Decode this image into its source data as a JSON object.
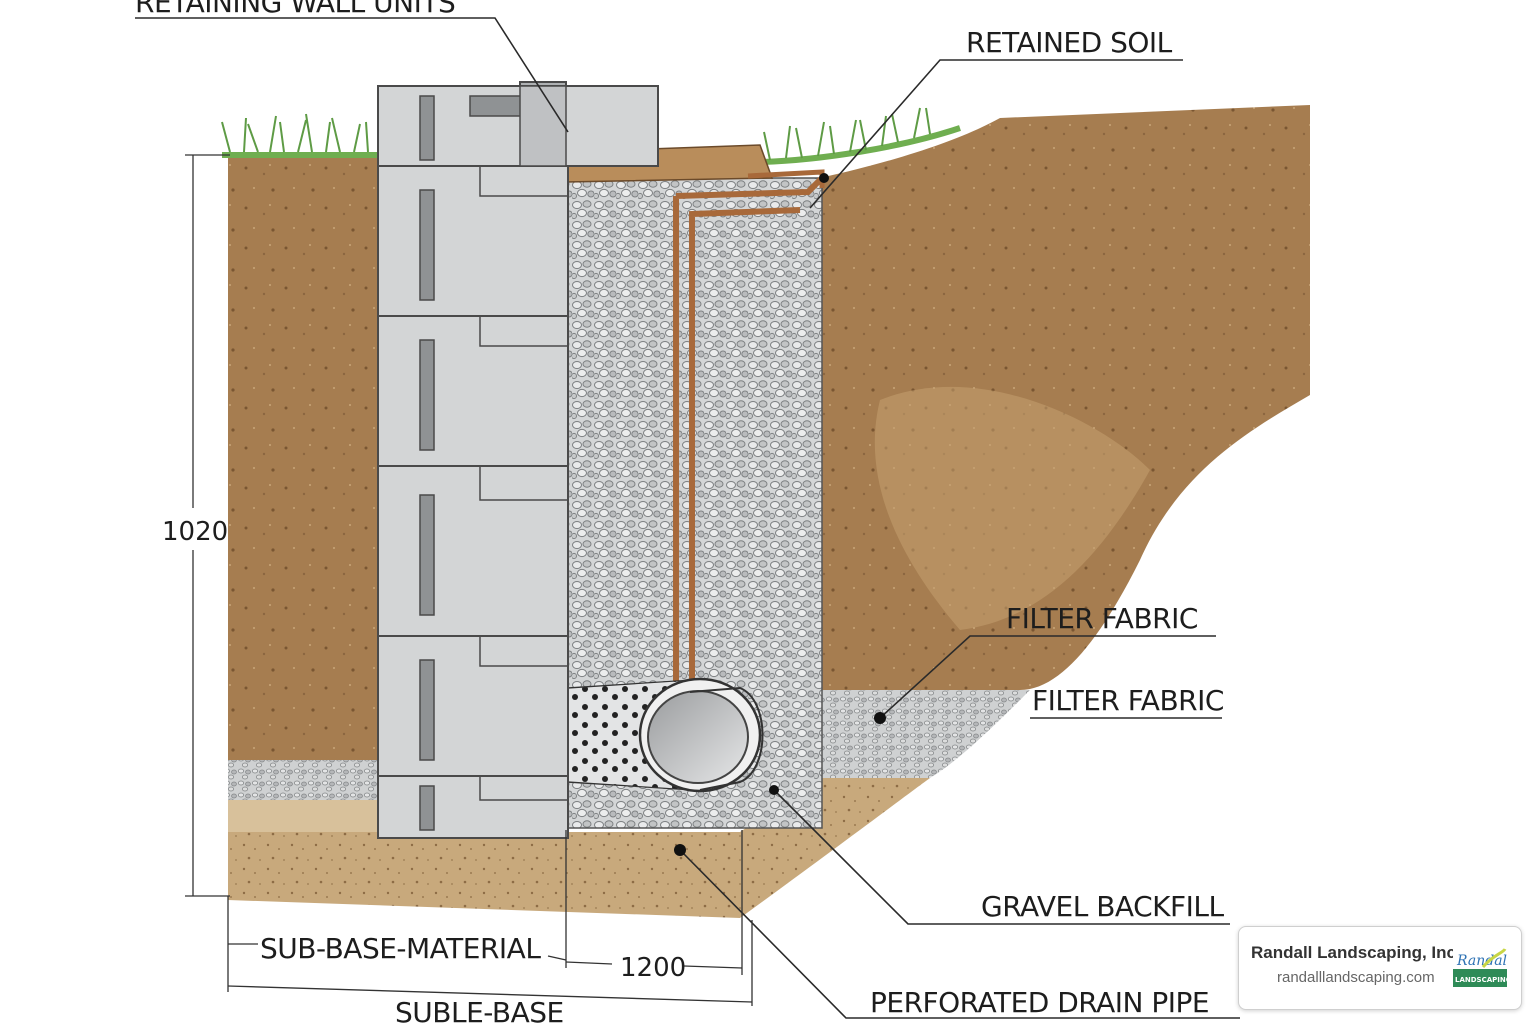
{
  "labels": {
    "retaining_wall_units": "RETAINING WALL UNITS",
    "retained_soil": "RETAINED SOIL",
    "filter_fabric_1": "FILTER FABRIC",
    "filter_fabric_2": "FILTER FABRIC",
    "gravel_backfill": "GRAVEL BACKFILL",
    "perforated_drain_pipe": "PERFORATED DRAIN PIPE",
    "sub_base_material": "SUB-BASE-MATERIAL",
    "suble_base": "SUBLE-BASE"
  },
  "dimensions": {
    "height": "1020",
    "width": "1200"
  },
  "brand": {
    "name": "Randall Landscaping, Inc",
    "url": "randalllandscaping.com",
    "logo_text_top": "Randall",
    "logo_text_bottom": "LANDSCAPING"
  },
  "colors": {
    "soil": "#a57d4f",
    "soil_light": "#c19c6e",
    "gravel": "#c9cbcc",
    "concrete": "#d3d5d6",
    "fabric": "#b8763e",
    "grass": "#6aa84f"
  },
  "icons": {
    "logo": "landscaping-logo-icon"
  }
}
